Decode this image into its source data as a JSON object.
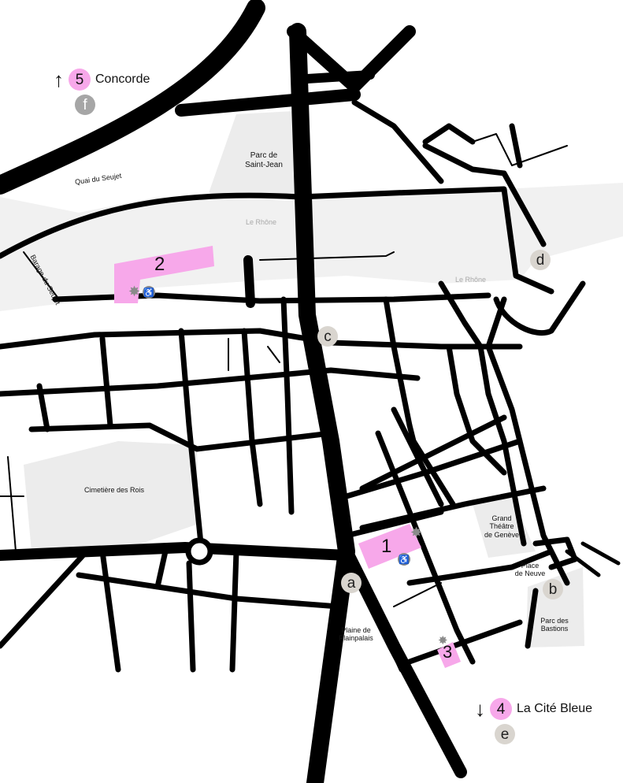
{
  "map": {
    "places": {
      "parc_saint_jean": "Parc de\nSaint-Jean",
      "quai_seujet": "Quai du Seujet",
      "barrage_seujet": "Barage-du-Seujet",
      "rhone_1": "Le Rhône",
      "rhone_2": "Le Rhône",
      "cimetiere": "Cimetière des Rois",
      "grand_theatre": "Grand\nThéâtre\nde Genève",
      "place_neuve": "Place\nde Neuve",
      "parc_bastions": "Parc des\nBastions",
      "plaine": "Plaine de\nPlainpalais"
    },
    "venues": [
      {
        "id": "1"
      },
      {
        "id": "2"
      },
      {
        "id": "3"
      }
    ],
    "stops": {
      "a": "a",
      "b": "b",
      "c": "c",
      "d": "d"
    },
    "offmap": {
      "north": {
        "arrow": "↑",
        "number": "5",
        "name": "Concorde",
        "stop": "f"
      },
      "south": {
        "arrow": "↓",
        "number": "4",
        "name": "La Cité Bleue",
        "stop": "e"
      }
    },
    "icons": [
      "wheelchair-icon",
      "entrance-star-icon"
    ],
    "colors": {
      "venue": "#f7a8ea",
      "park": "#ececec",
      "river": "#f1f1f1",
      "road": "#000000",
      "stop": "#d9d5cf"
    }
  }
}
